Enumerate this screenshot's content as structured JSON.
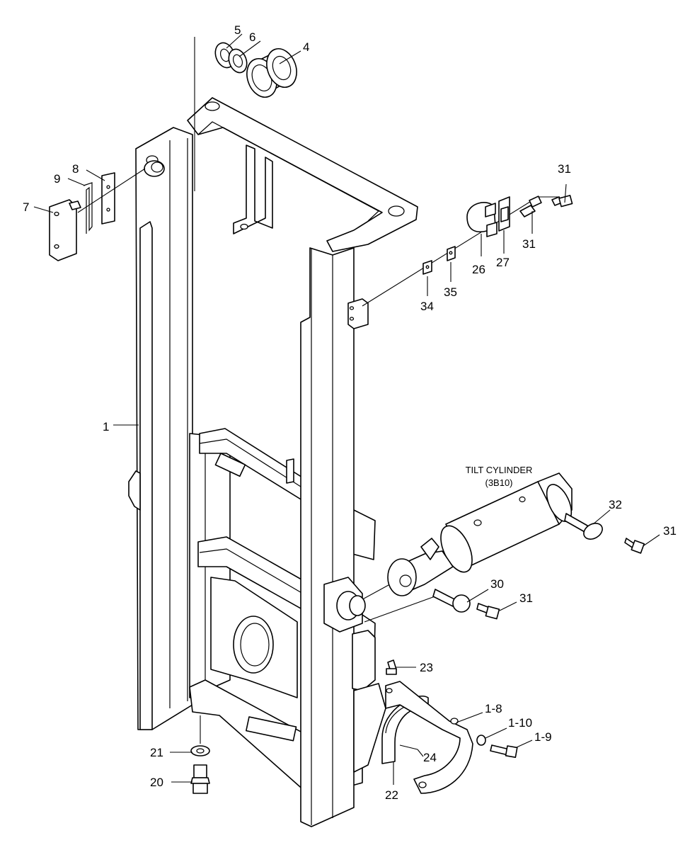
{
  "diagram": {
    "assembly_label": {
      "name": "TILT CYLINDER",
      "ref": "(3B10)"
    },
    "callouts": {
      "c1": "1",
      "c4": "4",
      "c5": "5",
      "c6": "6",
      "c7": "7",
      "c8": "8",
      "c9": "9",
      "c20": "20",
      "c21": "21",
      "c22": "22",
      "c23": "23",
      "c24": "24",
      "c26": "26",
      "c27": "27",
      "c30": "30",
      "c31a": "31",
      "c31b": "31",
      "c31c": "31",
      "c31d": "31",
      "c32": "32",
      "c34": "34",
      "c35": "35",
      "c1_8": "1-8",
      "c1_9": "1-9",
      "c1_10": "1-10"
    }
  }
}
